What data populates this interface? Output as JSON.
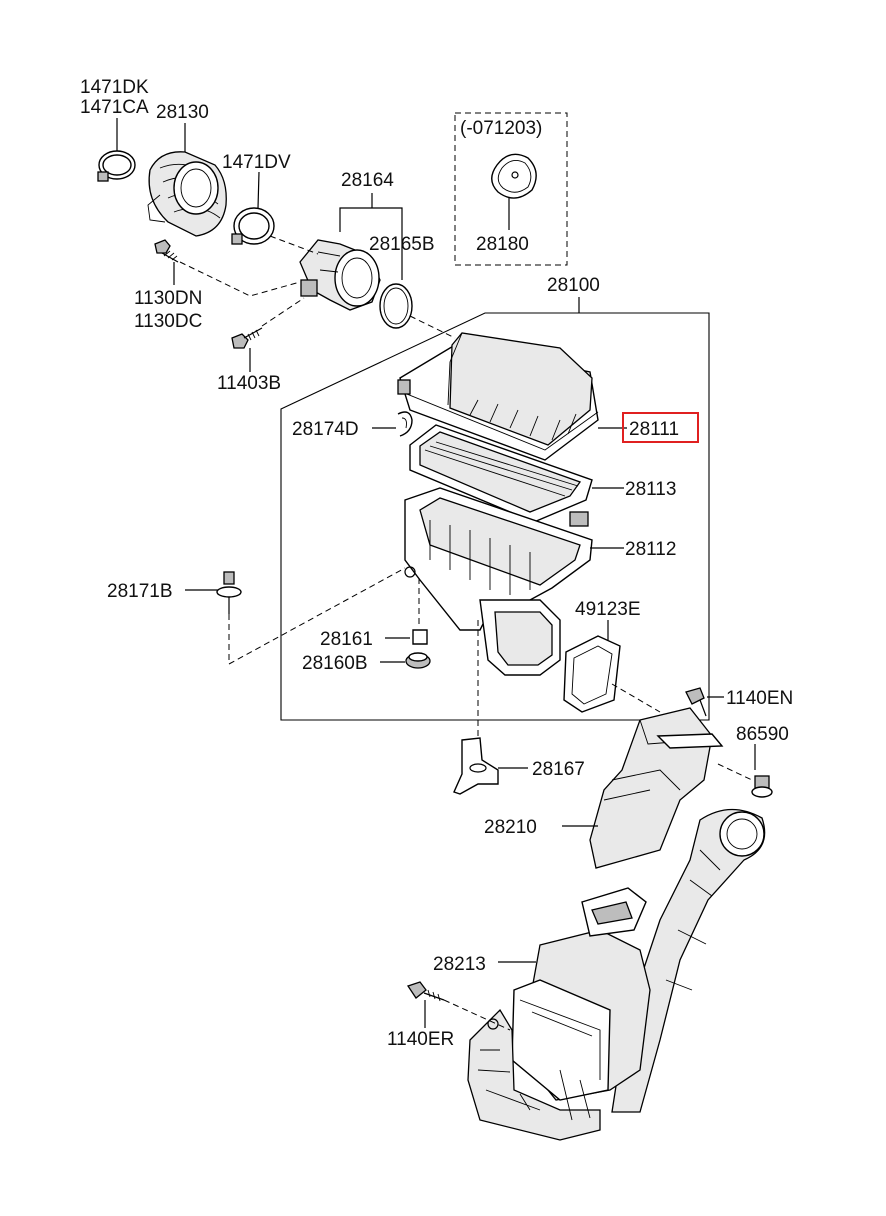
{
  "labels": {
    "p1471DK": "1471DK",
    "p1471CA": "1471CA",
    "p28130": "28130",
    "p1471DV": "1471DV",
    "p28164": "28164",
    "p28165B": "28165B",
    "p071203": "(-071203)",
    "p28180": "28180",
    "p1130DN": "1130DN",
    "p1130DC": "1130DC",
    "p11403B": "11403B",
    "p28100": "28100",
    "p28174D": "28174D",
    "p28111": "28111",
    "p28113": "28113",
    "p28112": "28112",
    "p28171B": "28171B",
    "p49123E": "49123E",
    "p28161": "28161",
    "p28160B": "28160B",
    "p1140EN": "1140EN",
    "p86590": "86590",
    "p28167": "28167",
    "p28210": "28210",
    "p28213": "28213",
    "p1140ER": "1140ER"
  },
  "highlight": {
    "part": "28111",
    "color": "#e02020"
  }
}
